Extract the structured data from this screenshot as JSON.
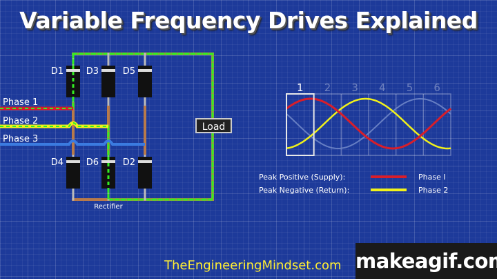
{
  "title": "Variable Frequency Drives Explained",
  "circuit": {
    "phases": [
      "Phase 1",
      "Phase 2",
      "Phase 3"
    ],
    "diodes_top": [
      "D1",
      "D3",
      "D5"
    ],
    "diodes_bottom": [
      "D4",
      "D6",
      "D2"
    ],
    "load_label": "Load",
    "rectifier_label": "Rectifier"
  },
  "waveform": {
    "segments": [
      "1",
      "2",
      "3",
      "4",
      "5",
      "6"
    ],
    "highlighted_segment": 1
  },
  "legend": [
    {
      "label": "Peak Positive (Supply):",
      "phase": "Phase I",
      "color": "#d81e2a"
    },
    {
      "label": "Peak Negative (Return):",
      "phase": "Phase 2",
      "color": "#f2f21a"
    }
  ],
  "colors": {
    "phase1": "#d81e2a",
    "phase2": "#f2f21a",
    "phase3": "#3b7be0",
    "wire": "#b87a4a",
    "flow": "#33ee22"
  },
  "footer": "TheEngineeringMindset.com",
  "watermark": "makeagif.com"
}
